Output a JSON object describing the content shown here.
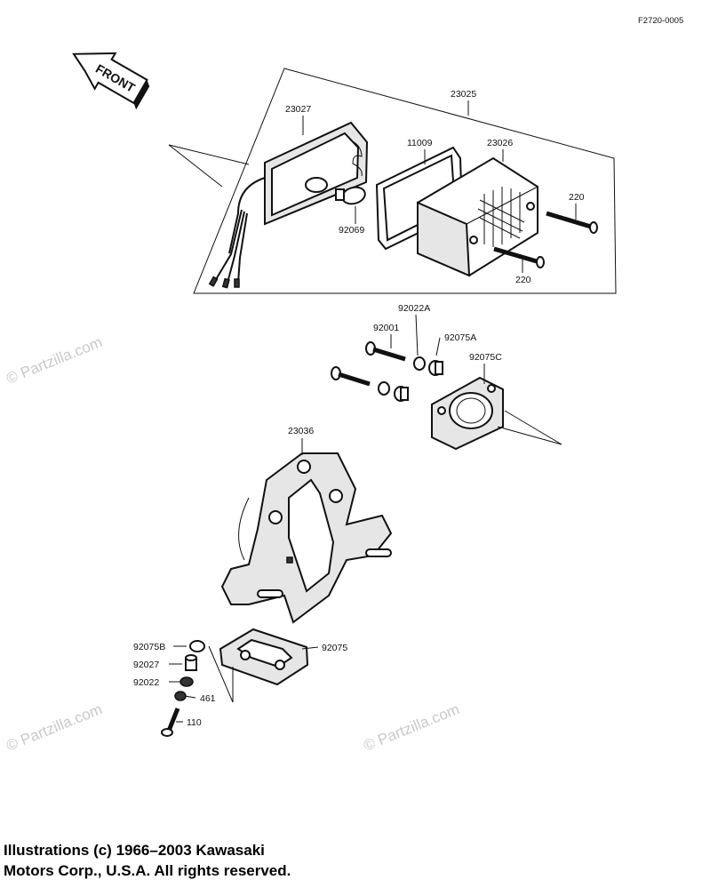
{
  "figure_code": "F2720-0005",
  "front_label": "FRONT",
  "part_labels": {
    "p23025": "23025",
    "p23027": "23027",
    "p11009": "11009",
    "p23026": "23026",
    "p220_top": "220",
    "p220_bottom": "220",
    "p92069": "92069",
    "p92022A": "92022A",
    "p92001": "92001",
    "p92075A": "92075A",
    "p92075C": "92075C",
    "p23036": "23036",
    "p92075B": "92075B",
    "p92027": "92027",
    "p92022": "92022",
    "p461": "461",
    "p110": "110",
    "p92075": "92075"
  },
  "watermarks": {
    "main": "© Partzilla.com",
    "lower_left": "© Partzilla.com",
    "lower_right": "© Partzilla.com"
  },
  "copyright": {
    "line1": "Illustrations (c) 1966–2003 Kawasaki",
    "line2": "Motors Corp., U.S.A.  All rights reserved."
  }
}
